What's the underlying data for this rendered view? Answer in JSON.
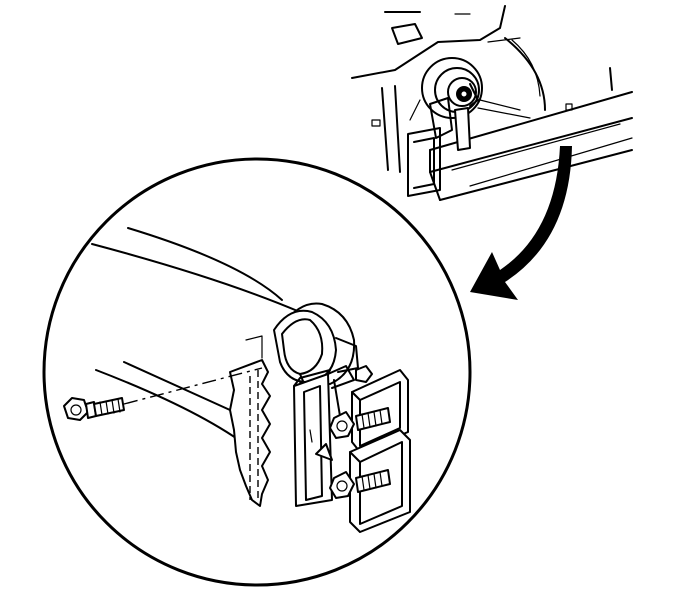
{
  "figure": {
    "overview": "vehicle-front-overview",
    "detail": "horn-bracket-detail",
    "callout_arrow": "callout-arrow",
    "fastener": "horn-bolt"
  },
  "colors": {
    "ink": "#000000",
    "paper": "#ffffff"
  }
}
